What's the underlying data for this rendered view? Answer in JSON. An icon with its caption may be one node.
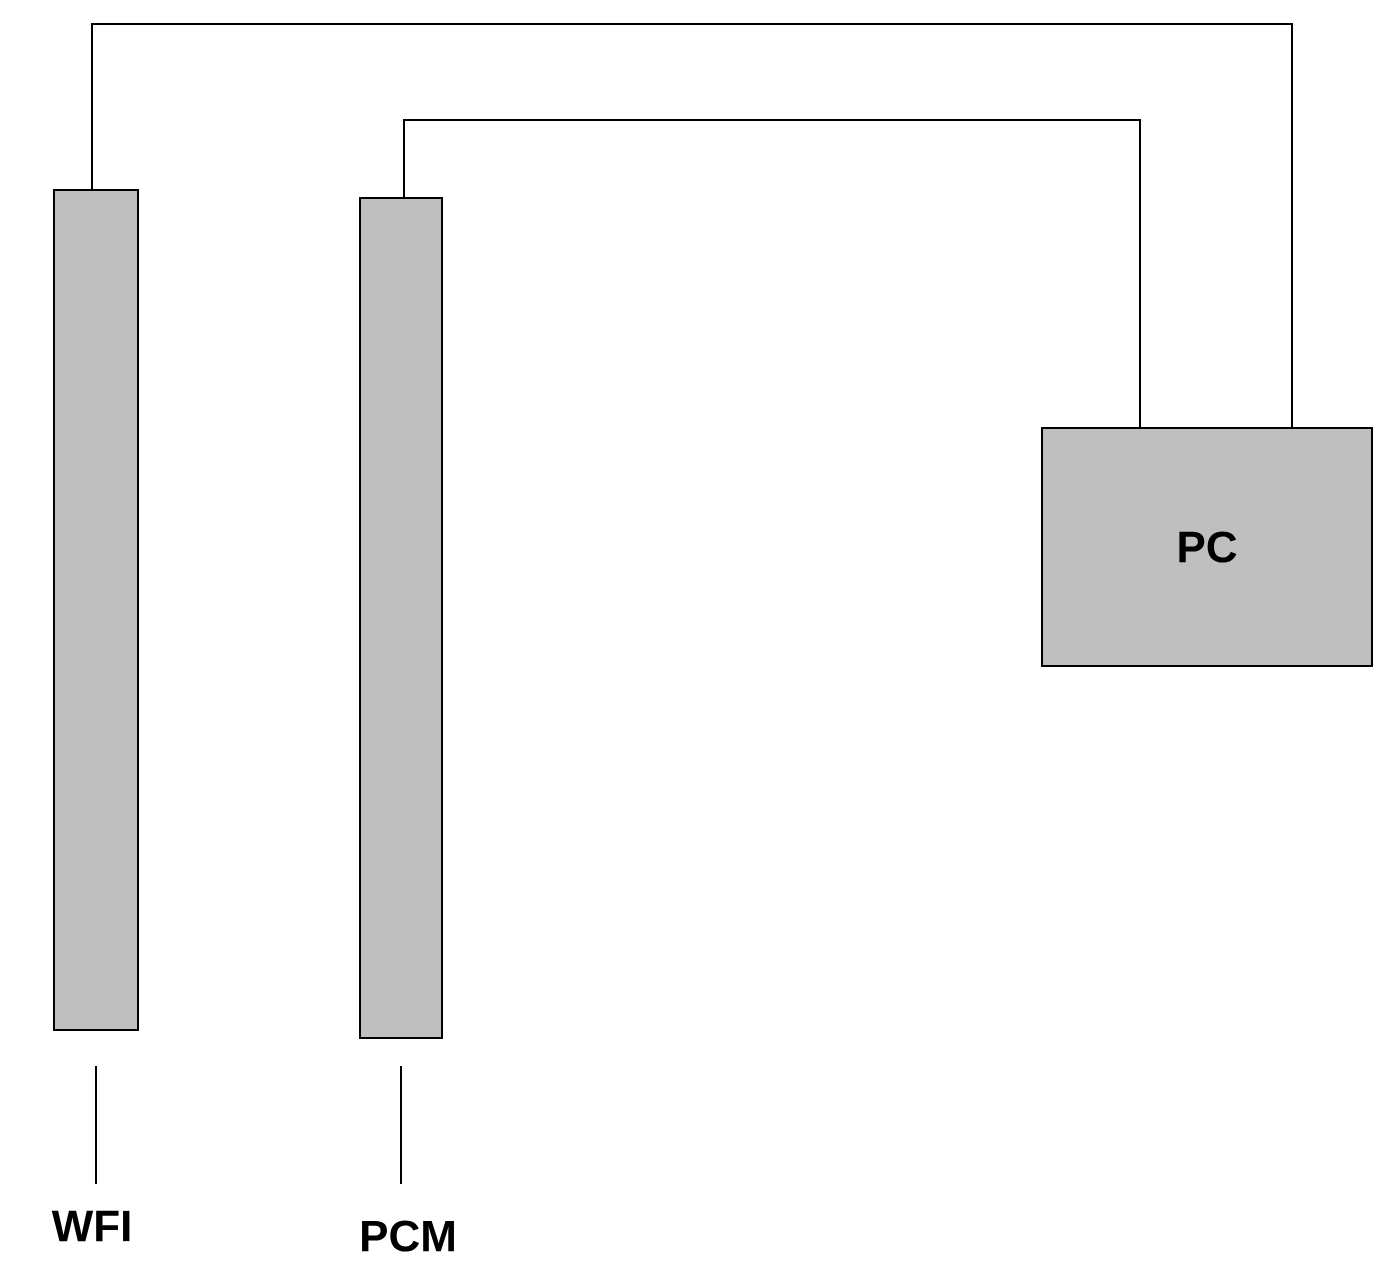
{
  "diagram": {
    "nodes": [
      {
        "text": [],
        "shape": "bar"
      },
      {
        "text": [],
        "shape": "bar"
      },
      {
        "text": [
          "PC"
        ]
      },
      {
        "text": [
          "WFI"
        ]
      },
      {
        "text": [
          "PCM"
        ]
      }
    ],
    "edges": [
      {
        "from": 0,
        "to": 2,
        "arrow": "none"
      },
      {
        "from": 1,
        "to": 2,
        "arrow": "none"
      },
      {
        "from": 3,
        "to": 0,
        "arrow": "none"
      },
      {
        "from": 4,
        "to": 1,
        "arrow": "none"
      }
    ]
  }
}
